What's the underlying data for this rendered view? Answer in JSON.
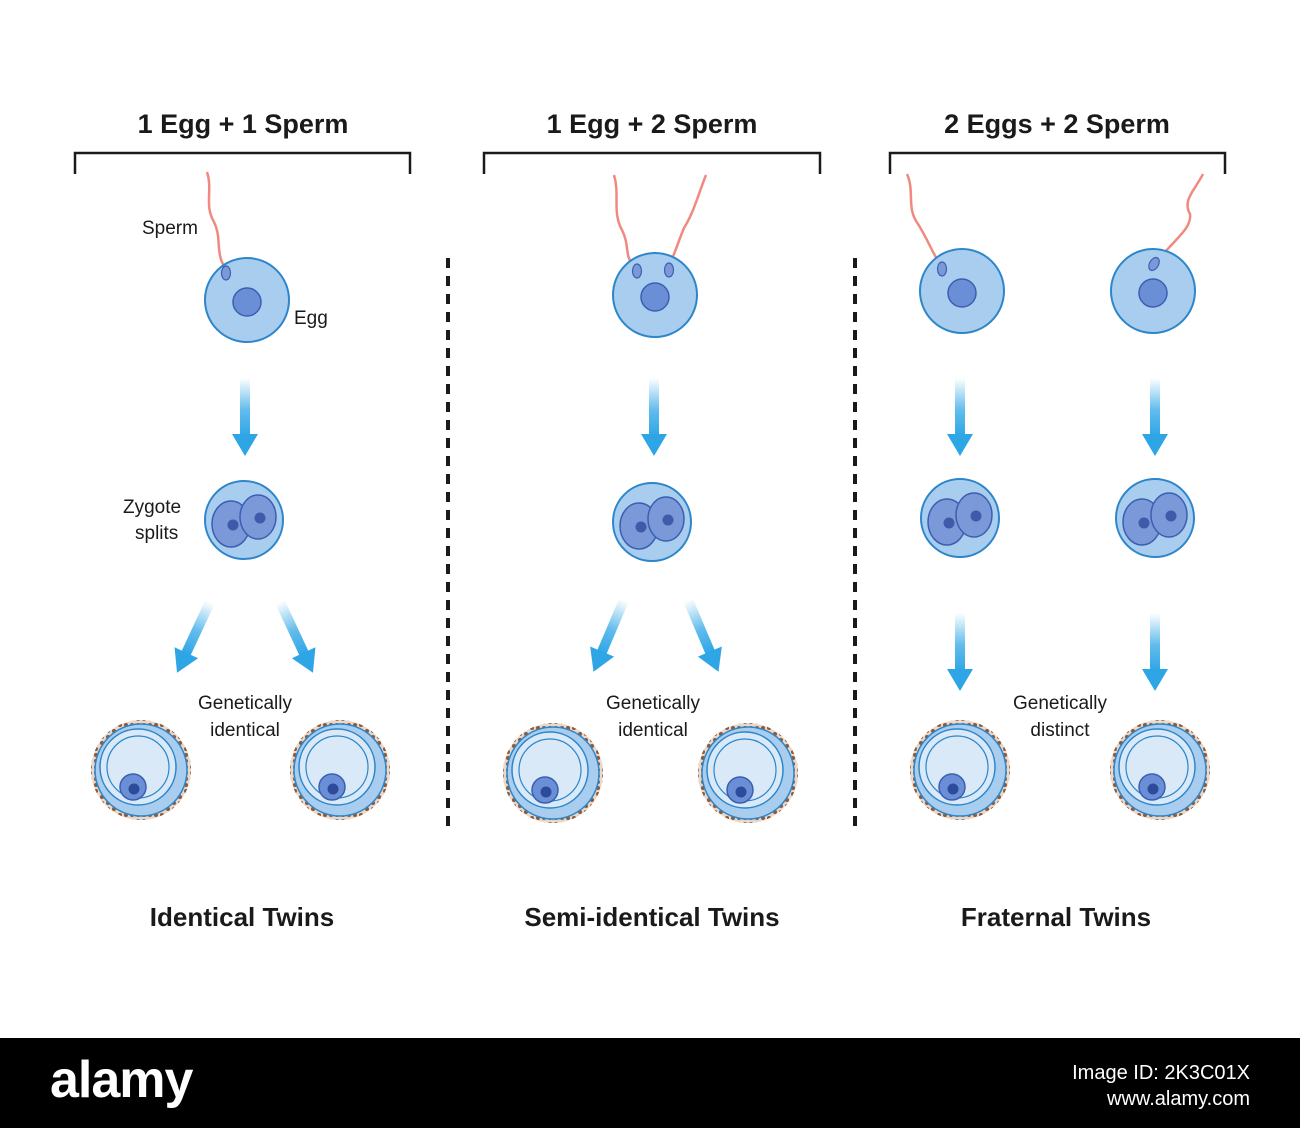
{
  "columns": [
    {
      "heading": "1 Egg + 1 Sperm",
      "caption": "Identical Twins"
    },
    {
      "heading": "1 Egg + 2 Sperm",
      "caption": "Semi-identical Twins"
    },
    {
      "heading": "2 Eggs + 2 Sperm",
      "caption": "Fraternal Twins"
    }
  ],
  "labels": {
    "sperm": "Sperm",
    "egg": "Egg",
    "zygote_line1": "Zygote",
    "zygote_line2": "splits",
    "identical_line1": "Genetically",
    "identical_line2": "identical",
    "distinct_line1": "Genetically",
    "distinct_line2": "distinct"
  },
  "colors": {
    "cell_fill": "#a9cdee",
    "cell_stroke": "#2d86c9",
    "nucleus": "#6a8fd6",
    "sperm_tail": "#f08a80",
    "arrow": "#2ea6e6",
    "membrane": "#8b5a3c"
  },
  "watermark": {
    "logo": "alamy",
    "image_id": "Image ID: 2K3C01X",
    "site": "www.alamy.com"
  }
}
